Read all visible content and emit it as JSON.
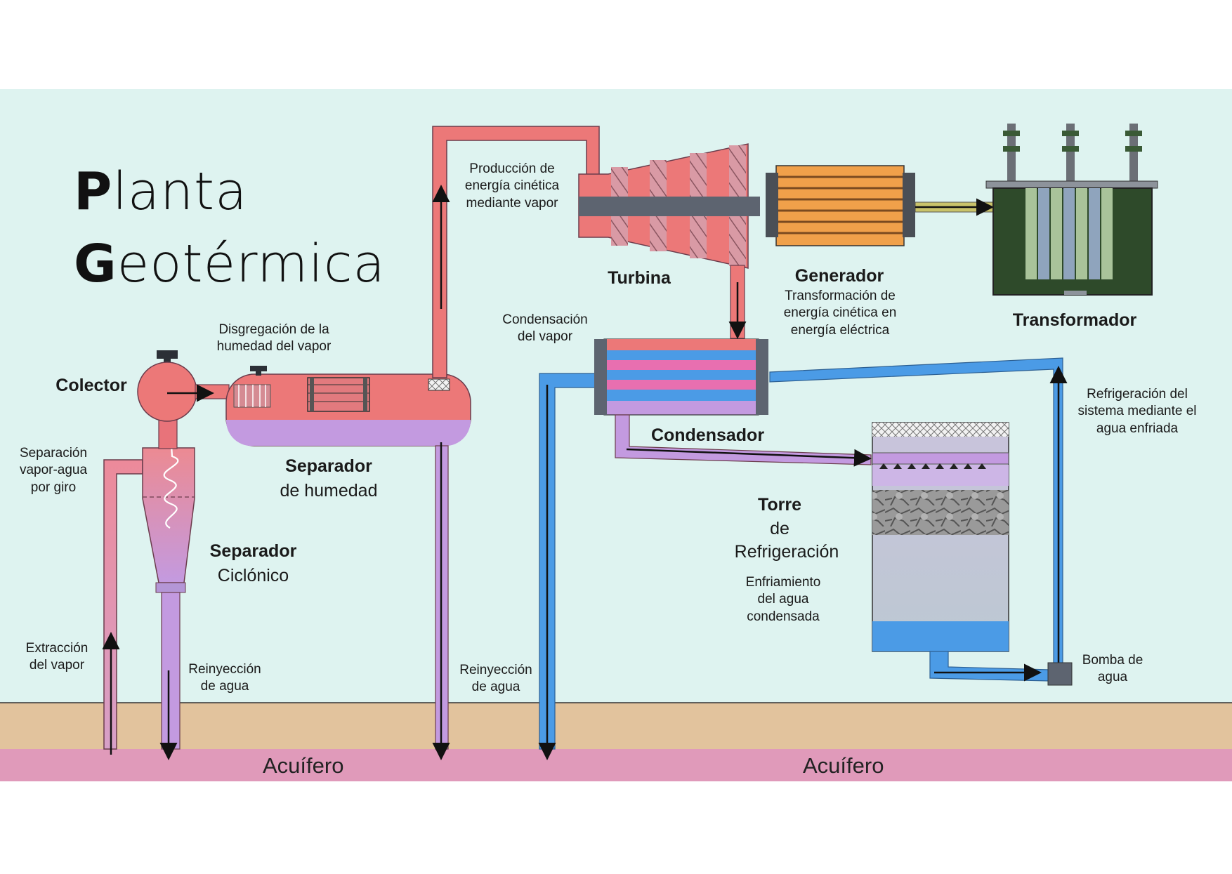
{
  "title": {
    "line1_initial": "P",
    "line1_rest": "lanta",
    "line2_initial": "G",
    "line2_rest": "eotérmica"
  },
  "components": {
    "colector": "Colector",
    "separador_humedad_title": "Separador",
    "separador_humedad_sub": "de humedad",
    "separador_ciclonico_title": "Separador",
    "separador_ciclonico_sub": "Ciclónico",
    "turbina": "Turbina",
    "generador": "Generador",
    "transformador": "Transformador",
    "condensador": "Condensador",
    "torre_title": "Torre",
    "torre_sub1": "de",
    "torre_sub2": "Refrigeración"
  },
  "annotations": {
    "disgregacion": "Disgregación de la\nhumedad del vapor",
    "separacion": "Separación\nvapor-agua\npor giro",
    "extraccion": "Extracción\ndel vapor",
    "reinyeccion_1": "Reinyección\nde agua",
    "reinyeccion_2": "Reinyección\nde agua",
    "produccion": "Producción de\nenergía cinética\nmediante vapor",
    "condensacion": "Condensación\ndel vapor",
    "transformacion": "Transformación de\nenergía cinética en\nenergía eléctrica",
    "refrigeracion_sistema": "Refrigeración del\nsistema mediante el\nagua enfriada",
    "enfriamiento": "Enfriamiento\ndel agua\ncondensada",
    "bomba": "Bomba de\nagua"
  },
  "ground": {
    "acuifero_left": "Acuífero",
    "acuifero_right": "Acuífero"
  },
  "colors": {
    "background": "#def3f0",
    "ground": "#e2c39d",
    "aquifer": "#e09aba",
    "steam": "#ec7878",
    "condensate": "#c39ae0",
    "cold_water": "#4b9be6",
    "generator": "#f0a04a",
    "transformer": "#2e4a2a",
    "metal": "#5d6470"
  }
}
